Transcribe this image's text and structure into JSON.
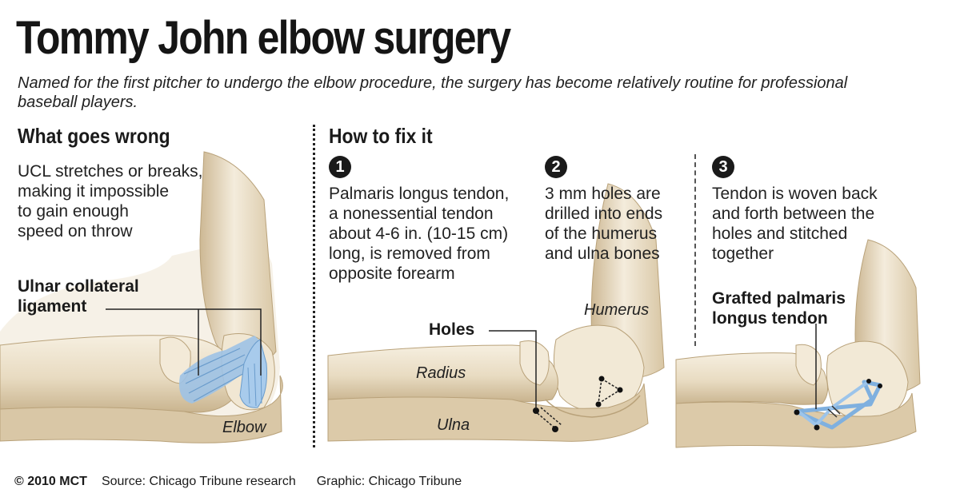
{
  "title": "Tommy John elbow surgery",
  "subtitle": "Named for the first pitcher to undergo the elbow procedure, the surgery has become relatively routine for professional baseball players.",
  "left": {
    "heading": "What goes wrong",
    "description_lines": [
      "UCL stretches or breaks,",
      "making it impossible",
      "to gain enough",
      "speed on throw"
    ],
    "ligament_label_lines": [
      "Ulnar collateral",
      "ligament"
    ],
    "elbow_label": "Elbow"
  },
  "right": {
    "heading": "How to fix it",
    "steps": [
      {
        "number": "1",
        "lines": [
          "Palmaris longus tendon,",
          "a nonessential tendon",
          "about 4-6 in. (10-15 cm)",
          "long, is removed from",
          "opposite forearm"
        ]
      },
      {
        "number": "2",
        "lines": [
          "3 mm holes are",
          "drilled into ends",
          "of the humerus",
          "and ulna bones"
        ]
      },
      {
        "number": "3",
        "lines": [
          "Tendon is woven back",
          "and forth between the",
          "holes and stitched",
          "together"
        ]
      }
    ],
    "labels": {
      "holes": "Holes",
      "humerus": "Humerus",
      "radius": "Radius",
      "ulna": "Ulna",
      "grafted_lines": [
        "Grafted palmaris",
        "longus tendon"
      ]
    }
  },
  "footer": {
    "copyright": "© 2010 MCT",
    "source": "Source: Chicago Tribune research",
    "graphic": "Graphic: Chicago Tribune"
  },
  "colors": {
    "bone": "#ede2cc",
    "bone_shadow": "#c9b48f",
    "ligament": "#8fb8e0",
    "text": "#1a1a1a"
  }
}
